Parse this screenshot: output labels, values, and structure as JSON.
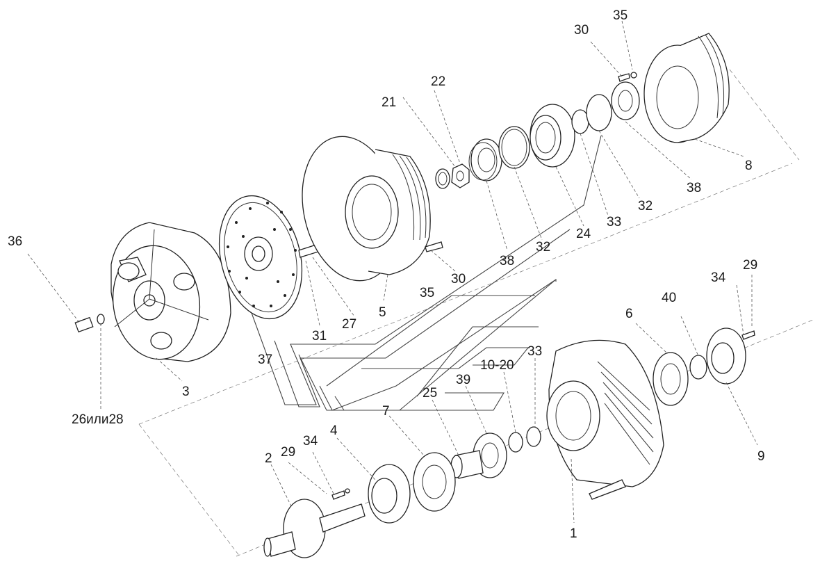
{
  "labels": {
    "l30a": "30",
    "l35a": "35",
    "l22": "22",
    "l21": "21",
    "l8": "8",
    "l38a": "38",
    "l32a": "32",
    "l33a": "33",
    "l24": "24",
    "l32b": "32",
    "l38b": "38",
    "l36": "36",
    "l30b": "30",
    "l35b": "35",
    "l5": "5",
    "l27": "27",
    "l31": "31",
    "l37": "37",
    "l3": "3",
    "l26": "26или28",
    "l29a": "29",
    "l34a": "34",
    "l40": "40",
    "l6": "6",
    "l9": "9",
    "l33b": "33",
    "l1020": "10-20",
    "l39": "39",
    "l25": "25",
    "l7": "7",
    "l4": "4",
    "l34b": "34",
    "l29b": "29",
    "l2": "2",
    "l1": "1"
  }
}
